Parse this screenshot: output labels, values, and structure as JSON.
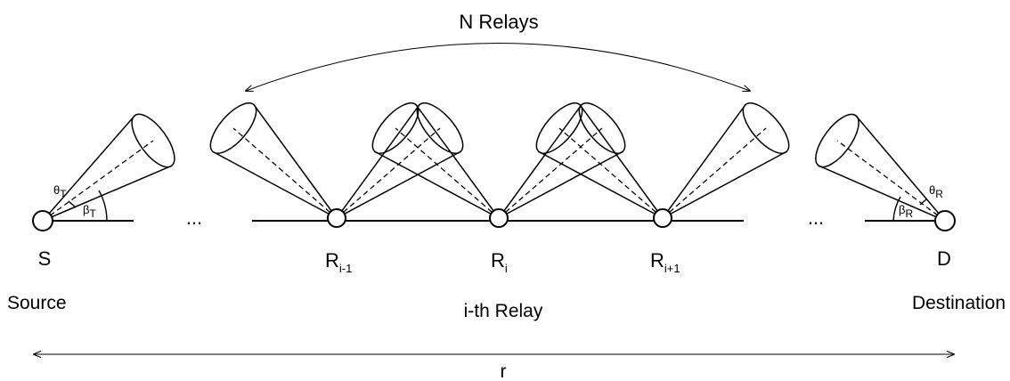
{
  "title": "N Relays",
  "nodes": {
    "source": {
      "symbol": "S",
      "caption": "Source"
    },
    "destination": {
      "symbol": "D",
      "caption": "Destination"
    },
    "relay_prev": {
      "base": "R",
      "sub": "i-1"
    },
    "relay_cur": {
      "base": "R",
      "sub": "i",
      "caption": "i-th Relay"
    },
    "relay_next": {
      "base": "R",
      "sub": "i+1"
    }
  },
  "angles": {
    "theta_t": {
      "base": "θ",
      "sub": "T"
    },
    "beta_t": {
      "base": "β",
      "sub": "T"
    },
    "theta_r": {
      "base": "θ",
      "sub": "R"
    },
    "beta_r": {
      "base": "β",
      "sub": "R"
    }
  },
  "ellipsis": "...",
  "distance_label": "r",
  "colors": {
    "stroke": "#000000",
    "background": "#ffffff"
  }
}
